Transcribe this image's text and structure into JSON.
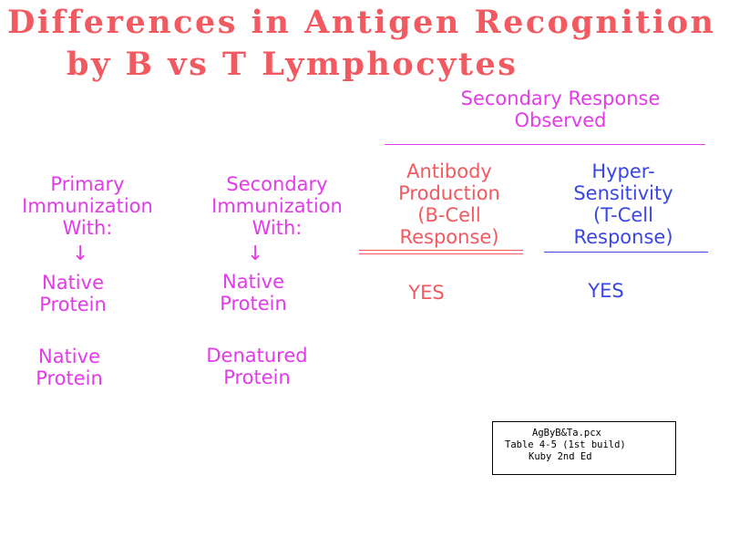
{
  "title": {
    "line1": "Differences in Antigen Recognition",
    "line2": "by B vs T Lymphocytes"
  },
  "colors": {
    "title": "#f05a60",
    "headers": "#e23be8",
    "antibody_header": "#f05a60",
    "hypersensitivity_header": "#3a46e6",
    "yes_b": "#f05a60",
    "yes_t": "#3a46e6"
  },
  "header": {
    "secondary_response": [
      "Secondary Response",
      "Observed"
    ],
    "primary_immunization": [
      "Primary",
      "Immunization",
      "With:"
    ],
    "secondary_immunization": [
      "Secondary",
      "Immunization",
      "With:"
    ],
    "antibody_production": [
      "Antibody",
      "Production",
      "(B-Cell",
      "Response)"
    ],
    "hypersensitivity": [
      "Hyper-",
      "Sensitivity",
      "(T-Cell",
      "Response)"
    ],
    "arrow_glyph": "↓"
  },
  "rows": [
    {
      "primary": [
        "Native",
        "Protein"
      ],
      "secondary": [
        "Native",
        "Protein"
      ],
      "b_cell": "YES",
      "t_cell": "YES"
    },
    {
      "primary": [
        "Native",
        "Protein"
      ],
      "secondary": [
        "Denatured",
        "Protein"
      ],
      "b_cell": "",
      "t_cell": ""
    }
  ],
  "reference": {
    "line1": "AgByB&Ta.pcx",
    "line2": "Table 4-5 (1st build)",
    "line3": "Kuby 2nd Ed"
  }
}
